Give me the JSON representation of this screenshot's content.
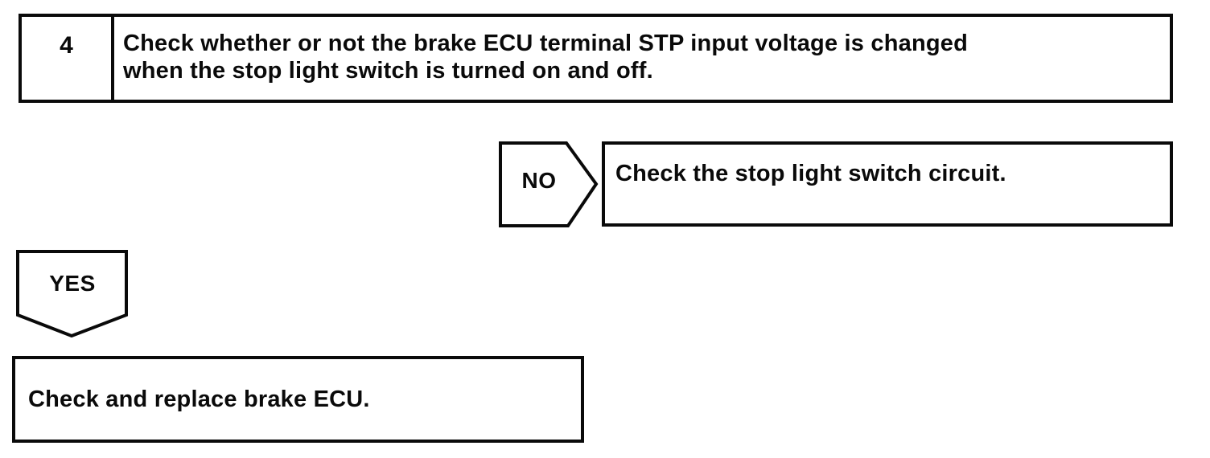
{
  "page": {
    "background_color": "#ffffff",
    "ink_color": "#0a0a0a",
    "kind": "troubleshooting-flowchart"
  },
  "step_box": {
    "number": "4",
    "instruction_lines": {
      "0": "Check whether or not the brake ECU terminal STP input voltage is changed",
      "1": "when the stop light switch is turned on and off."
    }
  },
  "no_branch": {
    "label": "NO",
    "action": "Check the stop light switch circuit."
  },
  "yes_branch": {
    "label": "YES",
    "action": "Check and replace brake ECU."
  }
}
